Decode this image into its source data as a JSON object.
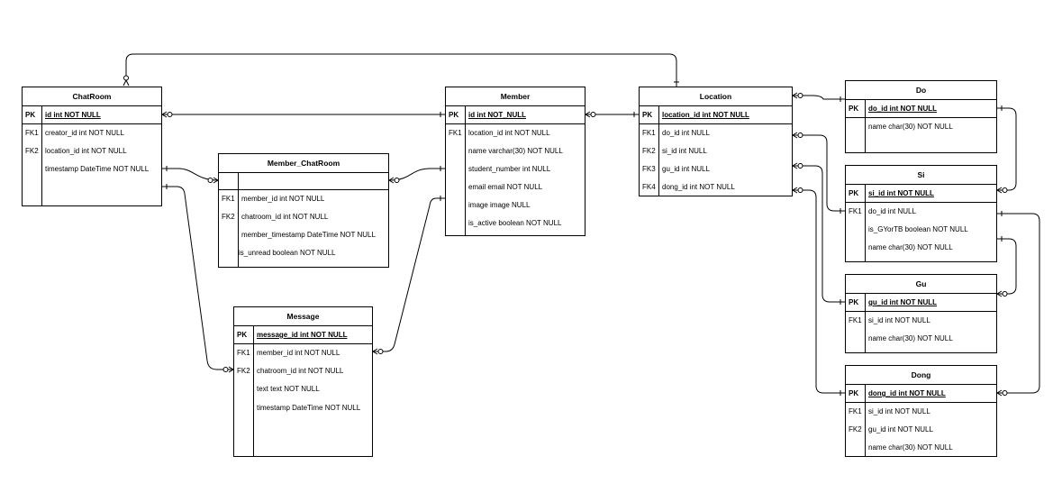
{
  "tables": {
    "chatroom": {
      "title": "ChatRoom",
      "pk_label": "PK",
      "pk_field": "id int NOT NULL",
      "rows": [
        {
          "key": "FK1",
          "field": "creator_id int NOT NULL"
        },
        {
          "key": "FK2",
          "field": "location_id int NOT NULL"
        },
        {
          "key": "",
          "field": "timestamp DateTime NOT NULL"
        }
      ]
    },
    "member_chatroom": {
      "title": "Member_ChatRoom",
      "pk_label": "",
      "pk_field": "",
      "rows": [
        {
          "key": "FK1",
          "field": "member_id int NOT NULL"
        },
        {
          "key": "FK2",
          "field": "chatroom_id int NOT NULL"
        },
        {
          "key": "",
          "field": "member_timestamp DateTime NOT NULL"
        },
        {
          "key": "",
          "field": "is_unread boolean NOT NULL"
        }
      ]
    },
    "message": {
      "title": "Message",
      "pk_label": "PK",
      "pk_field": "message_id int NOT NULL",
      "rows": [
        {
          "key": "FK1",
          "field": "member_id int NOT NULL"
        },
        {
          "key": "FK2",
          "field": "chatroom_id int NOT NULL"
        },
        {
          "key": "",
          "field": "text text NOT NULL"
        },
        {
          "key": "",
          "field": "timestamp DateTime NOT NULL"
        }
      ]
    },
    "member": {
      "title": "Member",
      "pk_label": "PK",
      "pk_field": "id int NOT_NULL",
      "rows": [
        {
          "key": "FK1",
          "field": "location_id int NOT NULL"
        },
        {
          "key": "",
          "field": "name varchar(30) NOT NULL"
        },
        {
          "key": "",
          "field": "student_number int NULL"
        },
        {
          "key": "",
          "field": "email email NOT NULL"
        },
        {
          "key": "",
          "field": "image image NULL"
        },
        {
          "key": "",
          "field": "is_active boolean NOT NULL"
        }
      ]
    },
    "location": {
      "title": "Location",
      "pk_label": "PK",
      "pk_field": "location_id int NOT NULL",
      "rows": [
        {
          "key": "FK1",
          "field": "do_id int NULL"
        },
        {
          "key": "FK2",
          "field": "si_id int NULL"
        },
        {
          "key": "FK3",
          "field": "gu_id int NULL"
        },
        {
          "key": "FK4",
          "field": "dong_id int NOT NULL"
        }
      ]
    },
    "do": {
      "title": "Do",
      "pk_label": "PK",
      "pk_field": "do_id int NOT NULL",
      "rows": [
        {
          "key": "",
          "field": "name char(30) NOT NULL"
        }
      ]
    },
    "si": {
      "title": "Si",
      "pk_label": "PK",
      "pk_field": "si_id int NOT NULL",
      "rows": [
        {
          "key": "FK1",
          "field": "do_id int NULL"
        },
        {
          "key": "",
          "field": "is_GYorTB boolean NOT NULL"
        },
        {
          "key": "",
          "field": "name char(30) NOT NULL"
        }
      ]
    },
    "gu": {
      "title": "Gu",
      "pk_label": "PK",
      "pk_field": "gu_id int NOT NULL",
      "rows": [
        {
          "key": "FK1",
          "field": "si_id int NOT NULL"
        },
        {
          "key": "",
          "field": "name char(30) NOT NULL"
        }
      ]
    },
    "dong": {
      "title": "Dong",
      "pk_label": "PK",
      "pk_field": "dong_id int NOT NULL",
      "rows": [
        {
          "key": "FK1",
          "field": "si_id int NOT NULL"
        },
        {
          "key": "FK2",
          "field": "gu_id int NOT NULL"
        },
        {
          "key": "",
          "field": "name char(30) NOT NULL"
        }
      ]
    }
  }
}
